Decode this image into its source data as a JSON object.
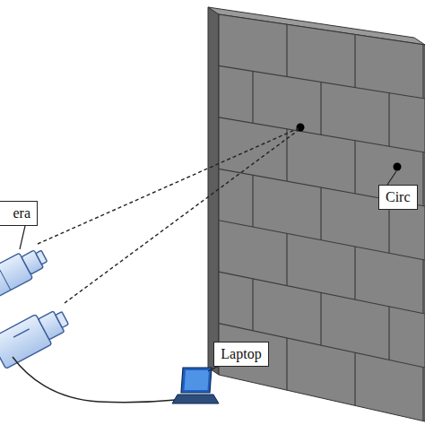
{
  "diagram": {
    "nodes": [
      {
        "text": [
          "era"
        ]
      },
      {
        "text": [
          "Laptop"
        ]
      },
      {
        "text": [
          "Circ"
        ]
      }
    ]
  }
}
